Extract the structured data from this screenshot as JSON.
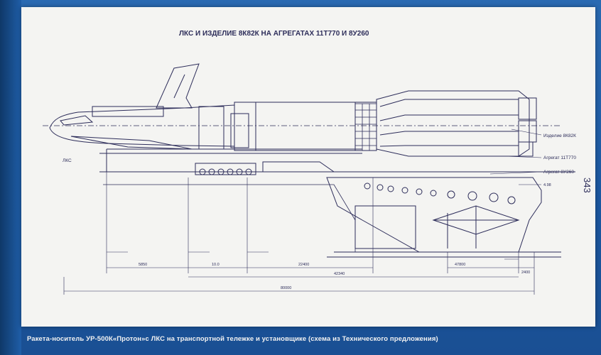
{
  "diagram": {
    "title": "ЛКС И ИЗДЕЛИЕ 8К82К НА АГРЕГАТАХ 11Т770 И 8У260",
    "labels": {
      "lks": "ЛКС",
      "product": "Изделие 8К82К",
      "unit1": "Агрегат 11Т770",
      "unit2": "Агрегат 8У260"
    },
    "dimensions": {
      "d1": "5850",
      "d2": "10.0",
      "d3": "22400",
      "d4": "42340",
      "d5": "47800",
      "d6": "2400",
      "d7": "80000",
      "small": "4.98"
    },
    "page_number": "343"
  },
  "caption": "Ракета-носитель УР-500К«Протон»с ЛКС на транспортной тележке и установщике (схема из Технического предложения)",
  "colors": {
    "frame": "#1d5fa8",
    "sheet": "#f4f4f2",
    "ink": "#2d2d5a"
  }
}
